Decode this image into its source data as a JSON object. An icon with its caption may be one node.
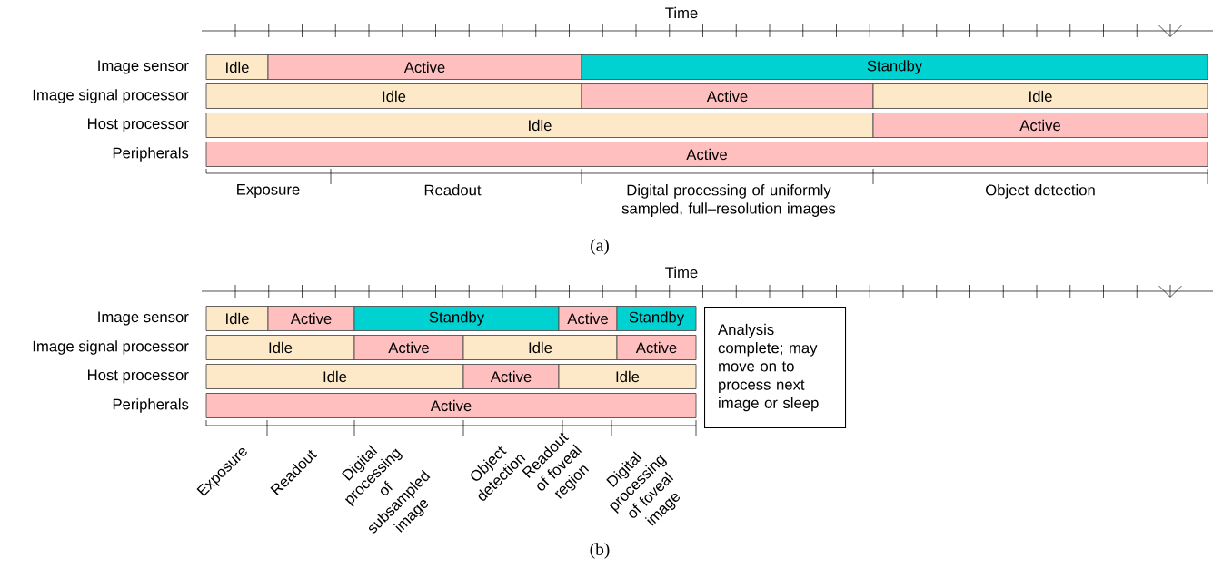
{
  "diagram": {
    "nodes": [
      {
        "text": [
          "Idle"
        ]
      },
      {
        "text": [
          "Active"
        ]
      },
      {
        "text": [
          "Standby"
        ]
      },
      {
        "text": [
          "Idle"
        ]
      },
      {
        "text": [
          "Active"
        ]
      },
      {
        "text": [
          "Idle"
        ]
      },
      {
        "text": [
          "Idle"
        ]
      },
      {
        "text": [
          "Active"
        ]
      },
      {
        "text": [
          "Active"
        ]
      },
      {
        "text": [
          "Idle"
        ]
      },
      {
        "text": [
          "Active"
        ]
      },
      {
        "text": [
          "Standby"
        ]
      },
      {
        "text": [
          "Active"
        ]
      },
      {
        "text": [
          "Standby"
        ]
      },
      {
        "text": [
          "Idle"
        ]
      },
      {
        "text": [
          "Active"
        ]
      },
      {
        "text": [
          "Idle"
        ]
      },
      {
        "text": [
          "Active"
        ]
      },
      {
        "text": [
          "Idle"
        ]
      },
      {
        "text": [
          "Active"
        ]
      },
      {
        "text": [
          "Idle"
        ]
      },
      {
        "text": [
          "Active"
        ]
      },
      {
        "text": [
          "Analysis complete; may move on to process next image or sleep"
        ]
      }
    ],
    "labels": [
      "Time",
      "Image sensor",
      "Image signal processor",
      "Host processor",
      "Peripherals",
      "Exposure",
      "Readout",
      "Digital processing of uniformly sampled, full–resolution images",
      "Object detection",
      "(a)",
      "Time",
      "Image sensor",
      "Image signal processor",
      "Host processor",
      "Peripherals",
      "Exposure",
      "Readout",
      "Digital processing of subsampled image",
      "Object detection",
      "Readout of foveal region",
      "Digital processing of foveal image",
      "(b)"
    ]
  }
}
